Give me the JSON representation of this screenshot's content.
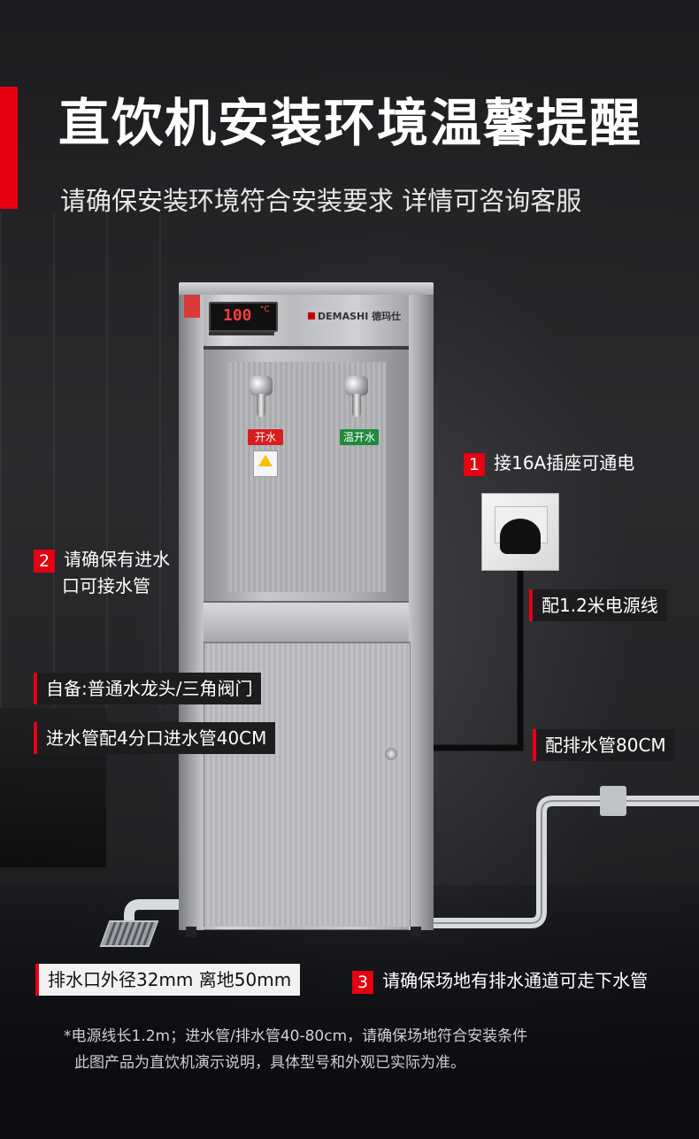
{
  "header": {
    "title": "直饮机安装环境温馨提醒",
    "subtitle": "请确保安装环境符合安装要求 详情可咨询客服"
  },
  "machine": {
    "display_value": "100",
    "display_unit": "°C",
    "brand": "DEMASHI 德玛仕",
    "faucet_left_label": "开水",
    "faucet_right_label": "温开水"
  },
  "callouts": {
    "c1_num": "1",
    "c1_text": "接16A插座可通电",
    "c2_num": "2",
    "c2_text_line1": "请确保有进水",
    "c2_text_line2": "口可接水管",
    "c3_num": "3",
    "c3_text": "请确保场地有排水通道可走下水管",
    "power_cord": "配1.2米电源线",
    "drain_pipe": "配排水管80CM",
    "self_prepare": "自备:普通水龙头/三角阀门",
    "inlet_pipe": "进水管配4分口进水管40CM",
    "drain_outlet": "排水口外径32mm 离地50mm"
  },
  "footnotes": {
    "line1": "*电源线长1.2m；进水管/排水管40-80cm，请确保场地符合安装条件",
    "line2": "此图产品为直饮机演示说明，具体型号和外观已实际为准。"
  },
  "colors": {
    "accent": "#e60012",
    "background": "#1b1b1d"
  }
}
